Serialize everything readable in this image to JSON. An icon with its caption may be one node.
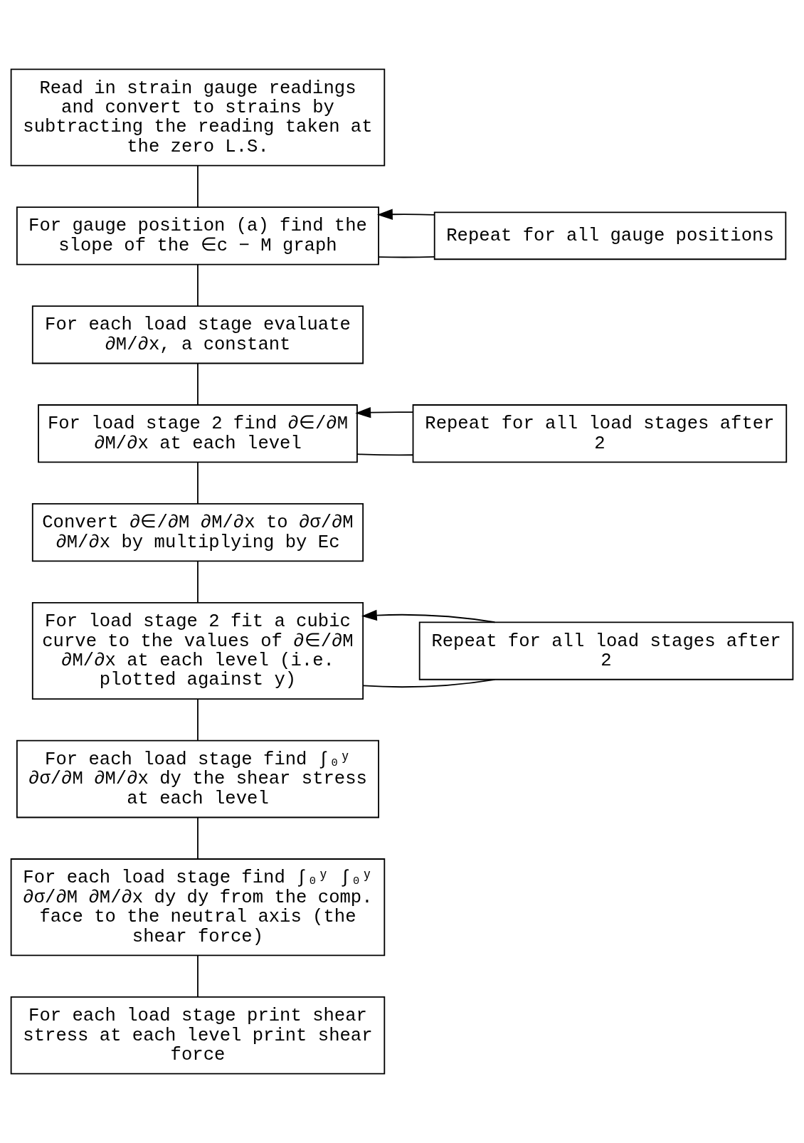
{
  "diagram": {
    "nodes": [
      {
        "text": [
          "Read in strain gauge readings and convert to strains by subtracting the reading taken at the zero L.S."
        ]
      },
      {
        "text": [
          "For gauge position (a) find the slope of the ∈c − M graph"
        ]
      },
      {
        "text": [
          "Repeat for all gauge positions"
        ]
      },
      {
        "text": [
          "For each load stage evaluate ∂M/∂x, a constant"
        ]
      },
      {
        "text": [
          "For load stage 2 find ∂∈/∂M ∂M/∂x at each level"
        ]
      },
      {
        "text": [
          "Repeat for all load stages after 2"
        ]
      },
      {
        "text": [
          "Convert ∂∈/∂M ∂M/∂x to ∂σ/∂M ∂M/∂x by multiplying by Ec"
        ]
      },
      {
        "text": [
          "For load stage 2 fit a cubic curve to the values of ∂∈/∂M ∂M/∂x at each level (i.e. plotted against y)"
        ]
      },
      {
        "text": [
          "Repeat for all load stages after 2"
        ]
      },
      {
        "text": [
          "For each load stage find ∫₀ʸ ∂σ/∂M ∂M/∂x dy the shear stress at each level"
        ]
      },
      {
        "text": [
          "For each load stage find ∫₀ʸ ∫₀ʸ ∂σ/∂M ∂M/∂x dy dy from the comp. face to the neutral axis (the shear force)"
        ]
      },
      {
        "text": [
          "For each load stage print shear stress at each level print shear force"
        ]
      }
    ],
    "edges": [
      {
        "from": 0,
        "to": 1,
        "arrow": "none"
      },
      {
        "from": 1,
        "to": 2,
        "arrow": "none"
      },
      {
        "from": 2,
        "to": 1,
        "arrow": "to"
      },
      {
        "from": 1,
        "to": 3,
        "arrow": "none"
      },
      {
        "from": 3,
        "to": 4,
        "arrow": "none"
      },
      {
        "from": 4,
        "to": 5,
        "arrow": "none"
      },
      {
        "from": 5,
        "to": 4,
        "arrow": "to"
      },
      {
        "from": 4,
        "to": 6,
        "arrow": "none"
      },
      {
        "from": 6,
        "to": 7,
        "arrow": "none"
      },
      {
        "from": 7,
        "to": 8,
        "arrow": "none"
      },
      {
        "from": 8,
        "to": 7,
        "arrow": "to"
      },
      {
        "from": 7,
        "to": 9,
        "arrow": "none"
      },
      {
        "from": 9,
        "to": 10,
        "arrow": "none"
      },
      {
        "from": 10,
        "to": 11,
        "arrow": "none"
      }
    ]
  }
}
